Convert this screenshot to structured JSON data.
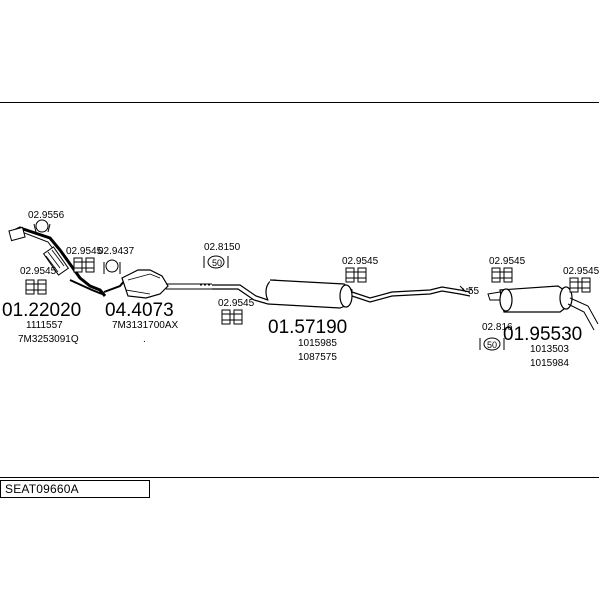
{
  "code": "SEAT09660A",
  "parts": [
    {
      "number": "01.22020",
      "refs": [
        "1111557",
        "7M3253091Q"
      ]
    },
    {
      "number": "04.4073",
      "refs": [
        "7M3131700AX",
        "."
      ]
    },
    {
      "number": "01.57190",
      "refs": [
        "1015985",
        "1087575"
      ]
    },
    {
      "number": "01.95530",
      "refs": [
        "1013503",
        "1015984"
      ]
    }
  ],
  "clips": {
    "c1": "02.9556",
    "c2": "02.9545",
    "c3": "02.9545",
    "c4": "02.9437",
    "c5": "02.8150",
    "c6": "02.9545",
    "c7": "02.9545",
    "c8": "02.9545",
    "c9": "02.9545",
    "c10": "02.816",
    "c11": "55"
  },
  "colors": {
    "line": "#000000",
    "fill": "#ffffff",
    "shade": "#bdbdbd"
  }
}
